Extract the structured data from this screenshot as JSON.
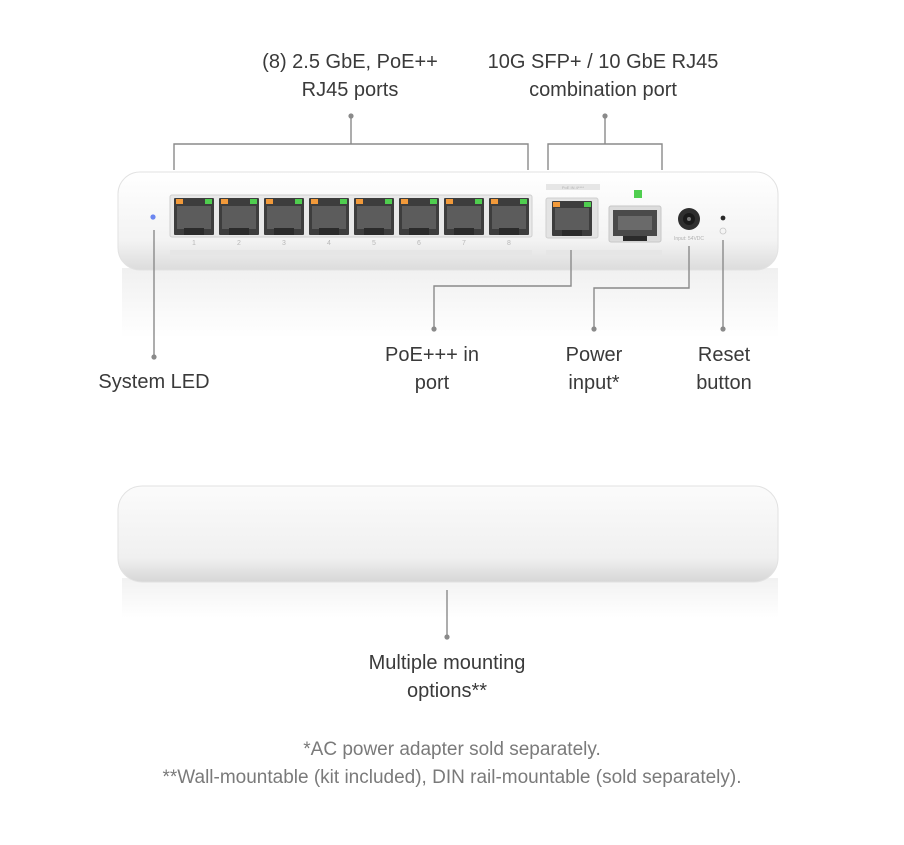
{
  "callouts": {
    "rj45_ports": [
      "(8) 2.5 GbE, PoE++",
      "RJ45 ports"
    ],
    "combo_port": [
      "10G SFP+ / 10 GbE RJ45",
      "combination port"
    ],
    "system_led": [
      "System LED"
    ],
    "poe_in": [
      "PoE+++ in",
      "port"
    ],
    "power_input": [
      "Power",
      "input*"
    ],
    "reset": [
      "Reset",
      "button"
    ],
    "mounting": [
      "Multiple mounting",
      "options**"
    ]
  },
  "device_labels": {
    "port_numbers": [
      "1",
      "2",
      "3",
      "4",
      "5",
      "6",
      "7",
      "8"
    ],
    "poe_in_tag": "PoE IN 4****",
    "power_tag": "Input: 54VDC"
  },
  "footnotes": [
    "*AC power adapter sold separately.",
    "**Wall-mountable (kit included), DIN rail-mountable (sold separately)."
  ],
  "colors": {
    "chassis": "#f6f6f6",
    "port_led_orange": "#f29a3a",
    "port_led_green": "#4fce4f",
    "system_led": "#6b86f0",
    "callout_line": "#8a8a8a"
  }
}
